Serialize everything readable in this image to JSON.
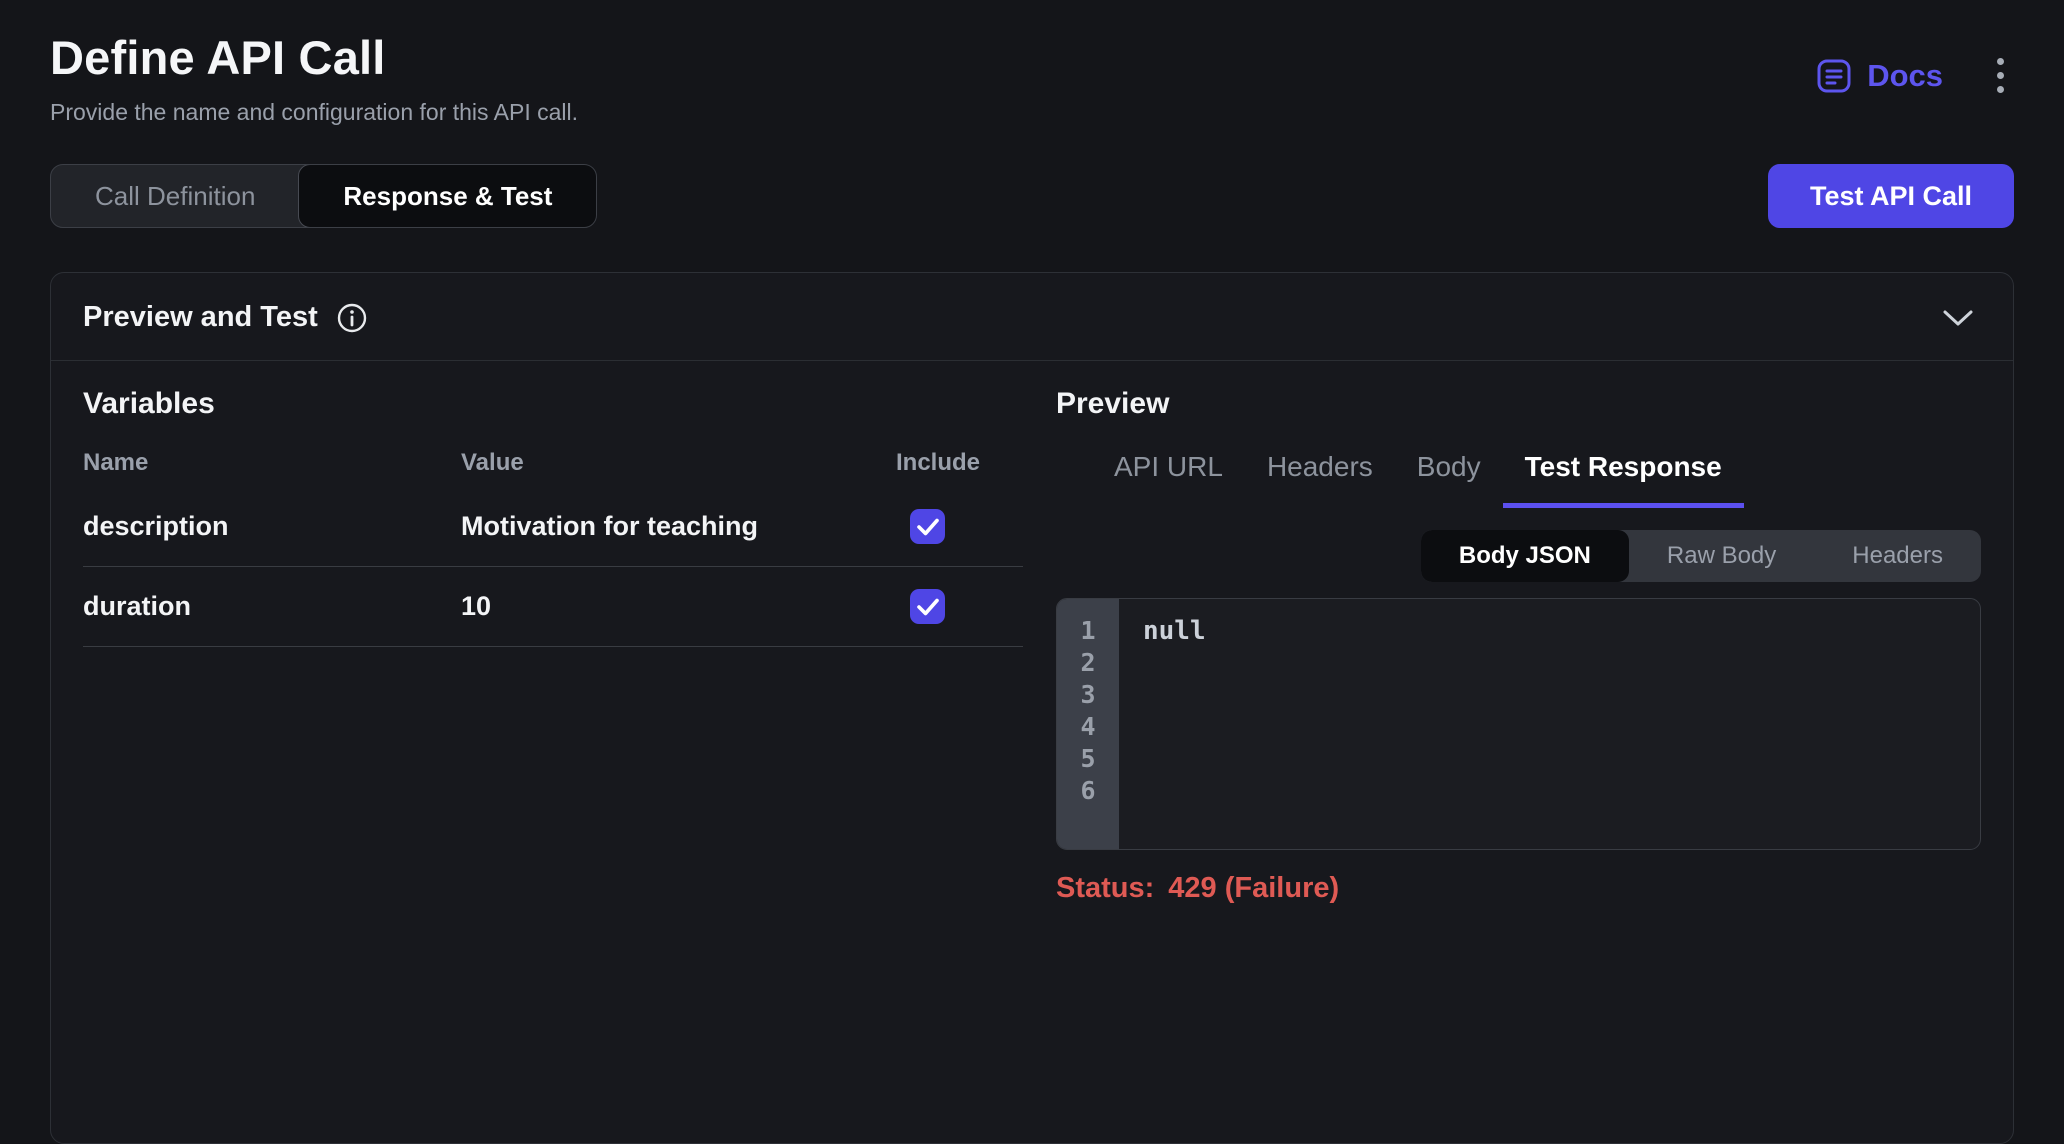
{
  "header": {
    "title": "Define API Call",
    "subtitle": "Provide the name and configuration for this API call.",
    "docs_label": "Docs"
  },
  "main_tabs": {
    "items": [
      "Call Definition",
      "Response & Test"
    ],
    "active": "Response & Test"
  },
  "test_button_label": "Test API Call",
  "panel": {
    "title": "Preview and Test"
  },
  "variables": {
    "title": "Variables",
    "columns": [
      "Name",
      "Value",
      "Include"
    ],
    "rows": [
      {
        "name": "description",
        "value": "Motivation for teaching",
        "include": true
      },
      {
        "name": "duration",
        "value": "10",
        "include": true
      }
    ]
  },
  "preview": {
    "title": "Preview",
    "tabs": [
      "API URL",
      "Headers",
      "Body",
      "Test Response"
    ],
    "active_tab": "Test Response",
    "body_tabs": [
      "Body JSON",
      "Raw Body",
      "Headers"
    ],
    "active_body_tab": "Body JSON",
    "editor": {
      "line_numbers": [
        "1",
        "2",
        "3",
        "4",
        "5",
        "6"
      ],
      "content": "null"
    },
    "status_label": "Status:",
    "status_value": "429 (Failure)"
  },
  "colors": {
    "accent": "#4f46e5",
    "accent_text": "#5d55ee",
    "error": "#df5a54"
  }
}
